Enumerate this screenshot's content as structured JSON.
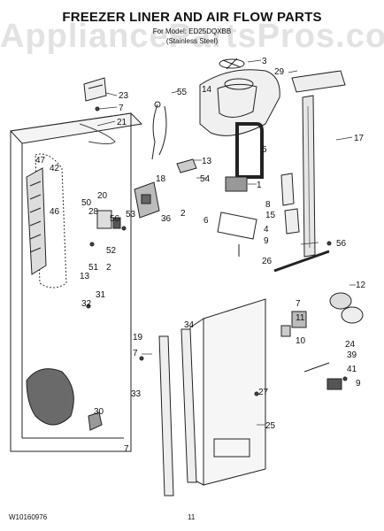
{
  "header": {
    "title": "FREEZER LINER AND AIR FLOW PARTS",
    "subtitle_line1": "For Model: ED25DQXBB",
    "subtitle_line2": "(Stainless Steel)"
  },
  "watermark": "AppliancePartsPros.com",
  "footer": {
    "doc_number": "W10160976",
    "page_number": "11"
  },
  "callouts": [
    "23",
    "7",
    "21",
    "55",
    "14",
    "3",
    "29",
    "17",
    "47",
    "42",
    "13",
    "54",
    "1",
    "5",
    "18",
    "20",
    "56",
    "50",
    "28",
    "53",
    "36",
    "2",
    "46",
    "8",
    "15",
    "52",
    "6",
    "4",
    "9",
    "56",
    "2",
    "51",
    "13",
    "26",
    "31",
    "32",
    "7",
    "12",
    "11",
    "10",
    "24",
    "19",
    "34",
    "7",
    "39",
    "41",
    "9",
    "33",
    "27",
    "25",
    "30",
    "7"
  ]
}
